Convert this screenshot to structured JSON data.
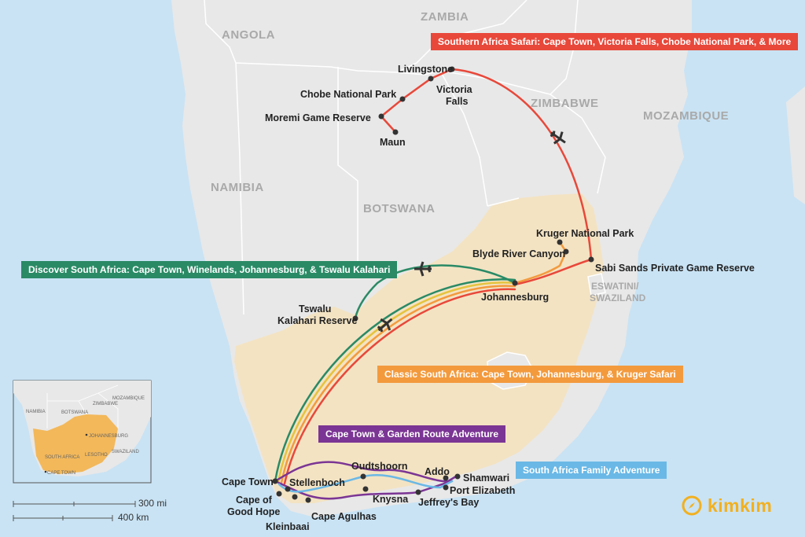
{
  "countries": {
    "zambia": "ZAMBIA",
    "angola": "ANGOLA",
    "zimbabwe": "ZIMBABWE",
    "mozambique": "MOZAMBIQUE",
    "namibia": "NAMIBIA",
    "botswana": "BOTSWANA",
    "eswatini_line1": "ESWATINI/",
    "eswatini_line2": "SWAZILAND"
  },
  "places": {
    "livingstone": "Livingstone",
    "victoria_line1": "Victoria",
    "victoria_line2": "Falls",
    "chobe": "Chobe National Park",
    "moremi": "Moremi Game Reserve",
    "maun": "Maun",
    "kruger": "Kruger National Park",
    "blyde": "Blyde River Canyon",
    "sabi": "Sabi Sands Private Game Reserve",
    "johannesburg": "Johannesburg",
    "tswalu_line1": "Tswalu",
    "tswalu_line2": "Kalahari Reserve",
    "cape_town": "Cape Town",
    "stellenbosch": "Stellenboch",
    "cape_good_line1": "Cape of",
    "cape_good_line2": "Good Hope",
    "kleinbaai": "Kleinbaai",
    "cape_agulhas": "Cape Agulhas",
    "oudtshoorn": "Oudtshoorn",
    "knysna": "Knysna",
    "jeffreys": "Jeffrey's Bay",
    "addo": "Addo",
    "shamwari": "Shamwari",
    "port_elizabeth": "Port Elizabeth"
  },
  "routes": [
    {
      "label": "Southern Africa Safari: Cape Town, Victoria Falls, Chobe National Park, & More",
      "color": "#e8483a"
    },
    {
      "label": "Discover South Africa: Cape Town, Winelands, Johannesburg, & Tswalu Kalahari",
      "color": "#2a8a66"
    },
    {
      "label": "Classic South Africa: Cape Town, Johannesburg, & Kruger Safari",
      "color": "#f39a3d"
    },
    {
      "label": "Cape Town & Garden Route Adventure",
      "color": "#7b3594"
    },
    {
      "label": "South Africa Family Adventure",
      "color": "#6ab8e6"
    }
  ],
  "inset": {
    "namibia": "NAMIBIA",
    "botswana": "BOTSWANA",
    "zimbabwe": "ZIMBABWE",
    "mozambique": "MOZAMBIQUE",
    "johannesburg": "JOHANNESBURG",
    "lesotho": "LESOTHO",
    "swaziland": "SWAZILAND",
    "south_africa": "SOUTH AFRICA",
    "cape_town": "CAPE TOWN"
  },
  "scale": {
    "miles": "300 mi",
    "km": "400 km"
  },
  "logo": {
    "text": "kimkim",
    "color": "#f2b01e"
  },
  "colors": {
    "land": "#e8e8e8",
    "south_africa": "#f3e3c3",
    "water": "#c9e3f4",
    "border": "#ffffff"
  }
}
